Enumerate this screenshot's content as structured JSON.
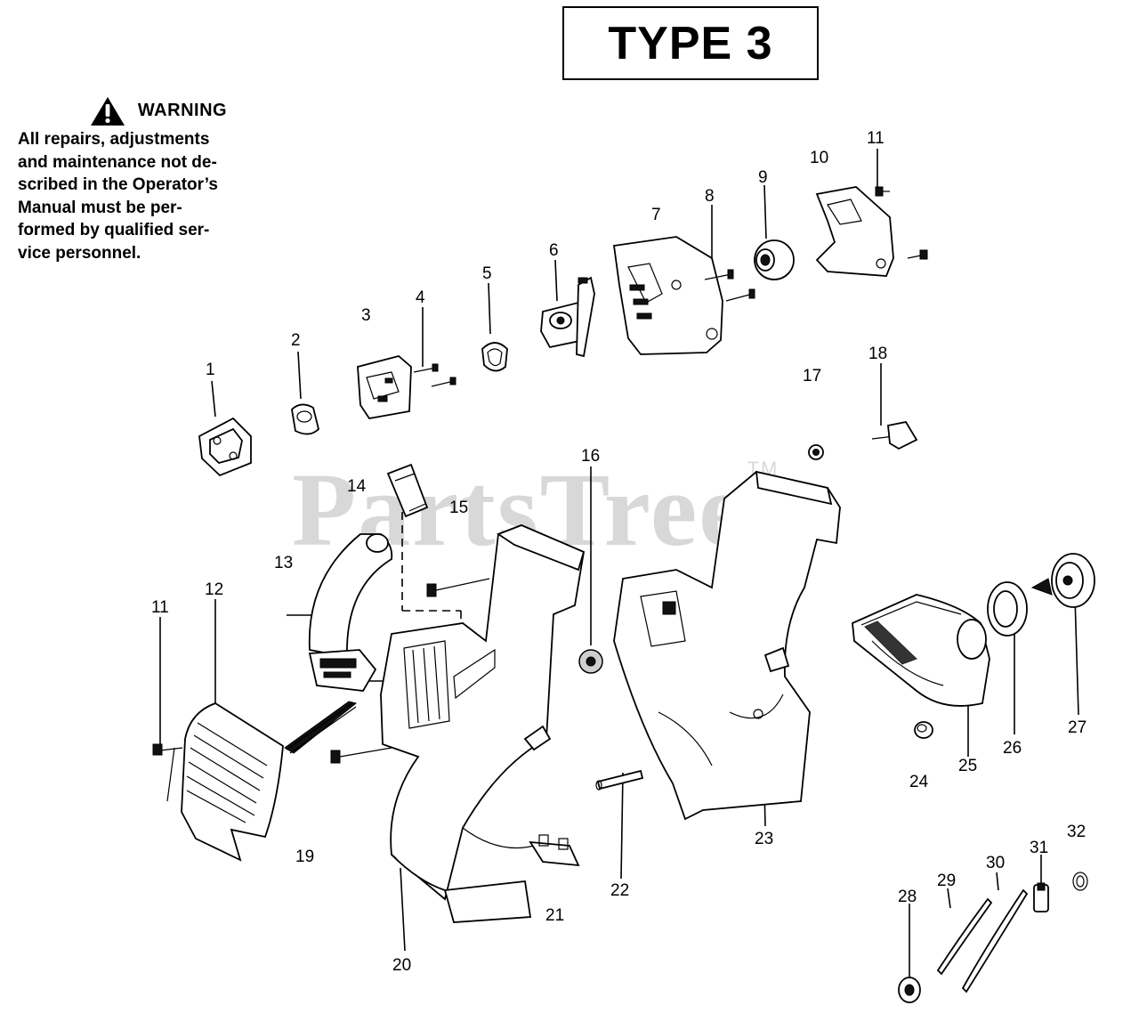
{
  "header": {
    "type_label": "TYPE 3"
  },
  "warning": {
    "title": "WARNING",
    "lines": [
      "All repairs, adjustments",
      "and maintenance not de-",
      "scribed in the Operator’s",
      "Manual must be per-",
      "formed by qualified ser-",
      "vice personnel."
    ]
  },
  "watermark": {
    "text": "PartsTree",
    "mark": "TM"
  },
  "part_labels": [
    "1",
    "2",
    "3",
    "4",
    "5",
    "6",
    "7",
    "8",
    "9",
    "10",
    "11",
    "11",
    "12",
    "13",
    "14",
    "15",
    "16",
    "17",
    "18",
    "19",
    "20",
    "21",
    "22",
    "23",
    "24",
    "25",
    "26",
    "27",
    "28",
    "29",
    "30",
    "31",
    "32"
  ]
}
